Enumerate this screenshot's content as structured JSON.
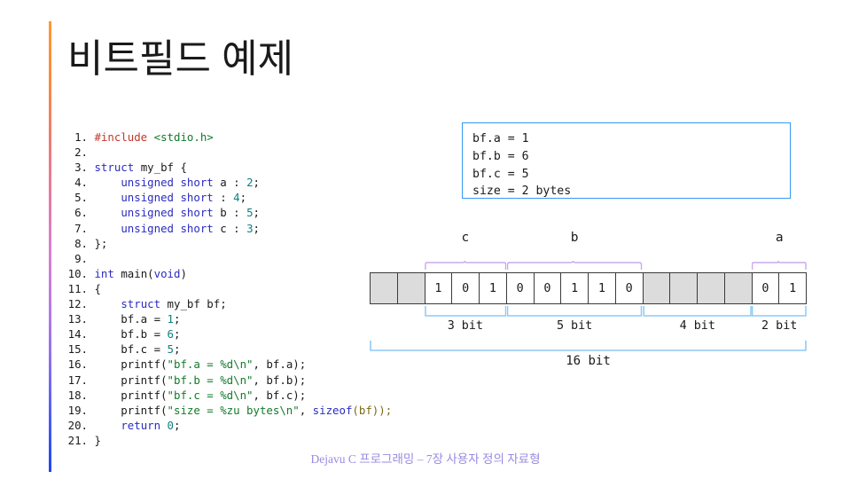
{
  "slide": {
    "title": "비트필드 예제",
    "footer": "Dejavu C 프로그래밍 – 7장 사용자 정의 자료형",
    "accent_top_color": "#ff9a2e",
    "accent_bottom_color": "#1f44f7"
  },
  "code": {
    "language": "c",
    "lines": [
      {
        "n": "1.",
        "tokens": [
          {
            "t": "#include ",
            "c": "pp"
          },
          {
            "t": "<stdio.h>",
            "c": "inc"
          }
        ]
      },
      {
        "n": "2.",
        "tokens": []
      },
      {
        "n": "3.",
        "tokens": [
          {
            "t": "struct",
            "c": "kw"
          },
          {
            "t": " my_bf {",
            "c": "pl"
          }
        ]
      },
      {
        "n": "4.",
        "tokens": [
          {
            "t": "    ",
            "c": "pl"
          },
          {
            "t": "unsigned short",
            "c": "kw"
          },
          {
            "t": " a : ",
            "c": "pl"
          },
          {
            "t": "2",
            "c": "num"
          },
          {
            "t": ";",
            "c": "pl"
          }
        ]
      },
      {
        "n": "5.",
        "tokens": [
          {
            "t": "    ",
            "c": "pl"
          },
          {
            "t": "unsigned short",
            "c": "kw"
          },
          {
            "t": " : ",
            "c": "pl"
          },
          {
            "t": "4",
            "c": "num"
          },
          {
            "t": ";",
            "c": "pl"
          }
        ]
      },
      {
        "n": "6.",
        "tokens": [
          {
            "t": "    ",
            "c": "pl"
          },
          {
            "t": "unsigned short",
            "c": "kw"
          },
          {
            "t": " b : ",
            "c": "pl"
          },
          {
            "t": "5",
            "c": "num"
          },
          {
            "t": ";",
            "c": "pl"
          }
        ]
      },
      {
        "n": "7.",
        "tokens": [
          {
            "t": "    ",
            "c": "pl"
          },
          {
            "t": "unsigned short",
            "c": "kw"
          },
          {
            "t": " c : ",
            "c": "pl"
          },
          {
            "t": "3",
            "c": "num"
          },
          {
            "t": ";",
            "c": "pl"
          }
        ]
      },
      {
        "n": "8.",
        "tokens": [
          {
            "t": "};",
            "c": "pl"
          }
        ]
      },
      {
        "n": "9.",
        "tokens": []
      },
      {
        "n": "10.",
        "tokens": [
          {
            "t": "int",
            "c": "kw"
          },
          {
            "t": " main(",
            "c": "pl"
          },
          {
            "t": "void",
            "c": "kw"
          },
          {
            "t": ")",
            "c": "pl"
          }
        ]
      },
      {
        "n": "11.",
        "tokens": [
          {
            "t": "{",
            "c": "pl"
          }
        ]
      },
      {
        "n": "12.",
        "tokens": [
          {
            "t": "    ",
            "c": "pl"
          },
          {
            "t": "struct",
            "c": "kw"
          },
          {
            "t": " my_bf bf;",
            "c": "pl"
          }
        ]
      },
      {
        "n": "13.",
        "tokens": [
          {
            "t": "    bf.a = ",
            "c": "pl"
          },
          {
            "t": "1",
            "c": "num"
          },
          {
            "t": ";",
            "c": "pl"
          }
        ]
      },
      {
        "n": "14.",
        "tokens": [
          {
            "t": "    bf.b = ",
            "c": "pl"
          },
          {
            "t": "6",
            "c": "num"
          },
          {
            "t": ";",
            "c": "pl"
          }
        ]
      },
      {
        "n": "15.",
        "tokens": [
          {
            "t": "    bf.c = ",
            "c": "pl"
          },
          {
            "t": "5",
            "c": "num"
          },
          {
            "t": ";",
            "c": "pl"
          }
        ]
      },
      {
        "n": "16.",
        "tokens": [
          {
            "t": "    printf(",
            "c": "pl"
          },
          {
            "t": "\"bf.a = %d\\n\"",
            "c": "str"
          },
          {
            "t": ", bf.a);",
            "c": "pl"
          }
        ]
      },
      {
        "n": "17.",
        "tokens": [
          {
            "t": "    printf(",
            "c": "pl"
          },
          {
            "t": "\"bf.b = %d\\n\"",
            "c": "str"
          },
          {
            "t": ", bf.b);",
            "c": "pl"
          }
        ]
      },
      {
        "n": "18.",
        "tokens": [
          {
            "t": "    printf(",
            "c": "pl"
          },
          {
            "t": "\"bf.c = %d\\n\"",
            "c": "str"
          },
          {
            "t": ", bf.c);",
            "c": "pl"
          }
        ]
      },
      {
        "n": "19.",
        "tokens": [
          {
            "t": "    printf(",
            "c": "pl"
          },
          {
            "t": "\"size = %zu bytes\\n\"",
            "c": "str"
          },
          {
            "t": ", ",
            "c": "pl"
          },
          {
            "t": "sizeof",
            "c": "kw"
          },
          {
            "t": "(bf));",
            "c": "fn"
          }
        ]
      },
      {
        "n": "20.",
        "tokens": [
          {
            "t": "    ",
            "c": "pl"
          },
          {
            "t": "return",
            "c": "kw"
          },
          {
            "t": " ",
            "c": "pl"
          },
          {
            "t": "0",
            "c": "num"
          },
          {
            "t": ";",
            "c": "pl"
          }
        ]
      },
      {
        "n": "21.",
        "tokens": [
          {
            "t": "}",
            "c": "pl"
          }
        ]
      }
    ]
  },
  "output": {
    "border_color": "#3399f3",
    "lines": [
      "bf.a = 1",
      "bf.b = 6",
      "bf.c = 5",
      "size = 2 bytes"
    ]
  },
  "bitfield": {
    "total_bits": 16,
    "total_label": "16 bit",
    "brace_color": "#c9a8f0",
    "bracket_color": "#8fc9f5",
    "cell_border_color": "#3a3a3a",
    "pad_fill": "#dcdcdc",
    "cells": [
      {
        "value": "",
        "padding": true
      },
      {
        "value": "",
        "padding": true
      },
      {
        "value": "1",
        "padding": false
      },
      {
        "value": "0",
        "padding": false
      },
      {
        "value": "1",
        "padding": false
      },
      {
        "value": "0",
        "padding": false
      },
      {
        "value": "0",
        "padding": false
      },
      {
        "value": "1",
        "padding": false
      },
      {
        "value": "1",
        "padding": false
      },
      {
        "value": "0",
        "padding": false
      },
      {
        "value": "",
        "padding": true
      },
      {
        "value": "",
        "padding": true
      },
      {
        "value": "",
        "padding": true
      },
      {
        "value": "",
        "padding": true
      },
      {
        "value": "0",
        "padding": false
      },
      {
        "value": "1",
        "padding": false
      }
    ],
    "fields": [
      {
        "name": "c",
        "start": 2,
        "span": 3
      },
      {
        "name": "b",
        "start": 5,
        "span": 5
      },
      {
        "name": "a",
        "start": 14,
        "span": 2
      }
    ],
    "sizes": [
      {
        "label": "3 bit",
        "start": 2,
        "span": 3
      },
      {
        "label": "5 bit",
        "start": 5,
        "span": 5
      },
      {
        "label": "4 bit",
        "start": 10,
        "span": 4
      },
      {
        "label": "2 bit",
        "start": 14,
        "span": 2
      }
    ]
  }
}
